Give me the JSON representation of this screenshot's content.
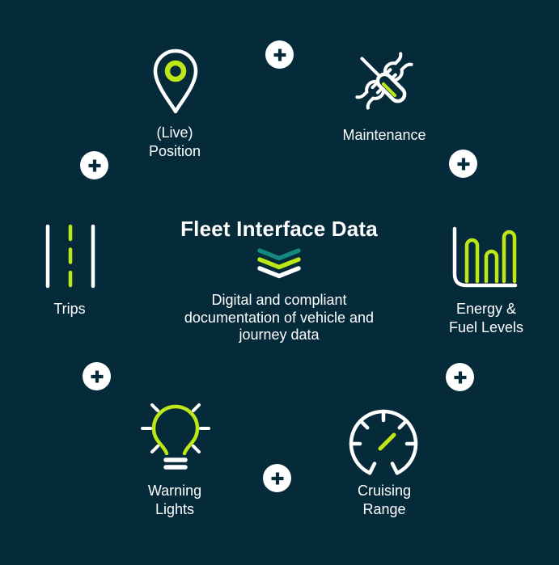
{
  "diagram": {
    "title": "Fleet Interface Data",
    "description": "Digital and compliant documentation of vehicle and journey data",
    "center_icon": "chevron-down-triple-icon"
  },
  "nodes": {
    "position": {
      "label": "(Live) Position",
      "icon": "location-pin-icon"
    },
    "maintenance": {
      "label": "Maintenance",
      "icon": "tools-icon"
    },
    "energy": {
      "label": "Energy & Fuel Levels",
      "icon": "bar-chart-icon"
    },
    "cruising": {
      "label": "Cruising Range",
      "icon": "speedometer-icon"
    },
    "warning": {
      "label": "Warning Lights",
      "icon": "lightbulb-icon"
    },
    "trips": {
      "label": "Trips",
      "icon": "road-icon"
    }
  },
  "plus_buttons": {
    "icon": "plus-icon",
    "count": 6
  },
  "colors": {
    "background": "#052a39",
    "accent_green": "#bde716",
    "teal": "#14897f",
    "white": "#ffffff"
  }
}
